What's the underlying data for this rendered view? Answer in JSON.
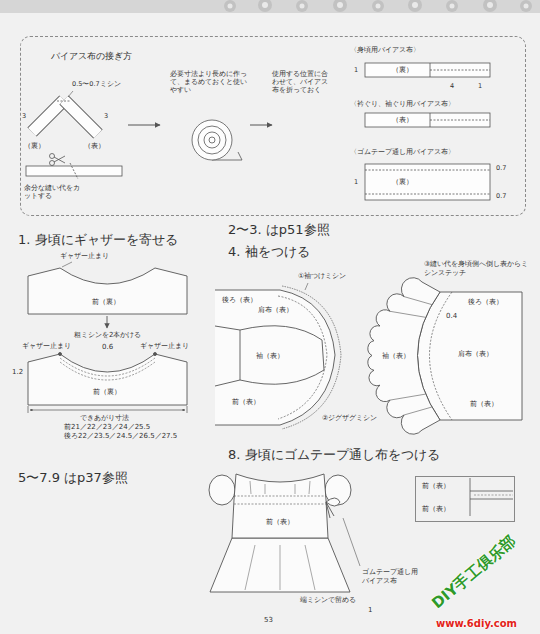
{
  "diagram": {
    "nodes": [
      {
        "text": [
          "バイアス布の接ぎ方"
        ]
      },
      {
        "text": [
          "前（表）",
          "前（表）"
        ]
      }
    ],
    "labels": [
      "0.5〜0.7ミシン",
      "3",
      "（裏）",
      "（表）",
      "3",
      "余分な縫い代をカットする",
      "必要寸法より長めに作って、まるめておくと使いやすい",
      "使用する位置に合わせて、バイアス布を折っておく",
      "〈身頃用バイアス布〉",
      "1",
      "（裏）",
      "4",
      "1",
      "〈衿ぐり、袖ぐり用バイアス布〉",
      "（表）",
      "〈ゴムテープ通し用バイアス布〉",
      "1",
      "（裏）",
      "0.7",
      "0.7",
      "1. 身頃にギャザーを寄せる",
      "ギャザー止まり",
      "前（裏）",
      "粗ミシンを2本かける",
      "0.6",
      "ギャザー止まり",
      "ギャザー止まり",
      "1.2",
      "前（裏）",
      "できあがり寸法",
      "前21／22／23／24／25.5",
      "後ろ22／23.5／24.5／26.5／27.5",
      "2〜3. はp51参照",
      "4. 袖をつける",
      "①袖つけミシン",
      "後ろ（表）",
      "肩布（表）",
      "袖（表）",
      "前（表）",
      "②ジグザグミシン",
      "③縫い代を身頃側へ倒し表からミシンステッチ",
      "後ろ（表）",
      "0.4",
      "肩布（表）",
      "袖（表）",
      "前（表）",
      "5〜7.9 はp37参照",
      "8. 身頃にゴムテープ通し布をつける",
      "前（表）",
      "ゴムテープ通し用バイアス布",
      "端ミシンで留める",
      "1",
      "53",
      "DIY手工俱乐部",
      "www.6diy.com"
    ]
  }
}
